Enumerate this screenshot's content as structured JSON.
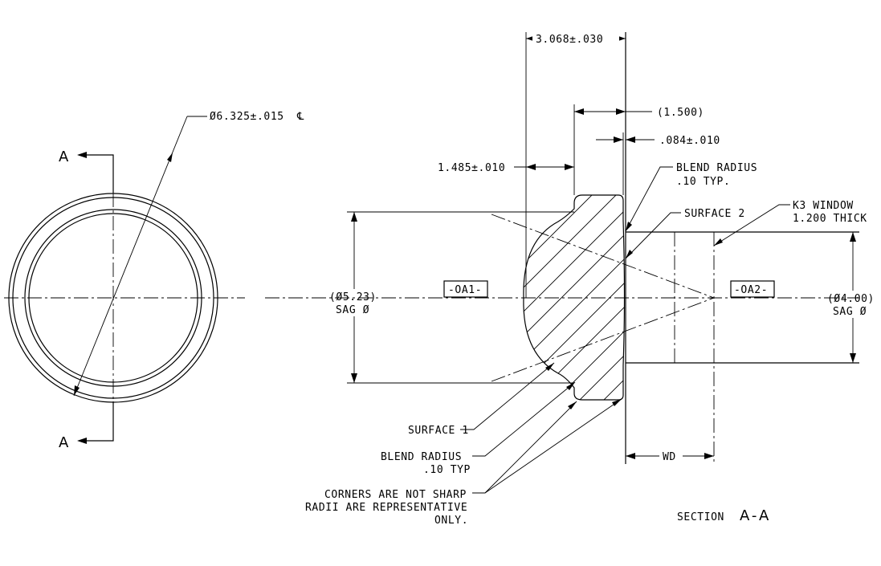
{
  "front_view": {
    "diameter_label": "Ø6.325±.015",
    "section_letter_top": "A",
    "section_letter_bottom": "A"
  },
  "section_view": {
    "overall_length": "3.068±.030",
    "ref_length": "(1.500)",
    "window_offset": ".084±.010",
    "lens_length": "1.485±.010",
    "blend_radius_top_line1": "BLEND RADIUS",
    "blend_radius_top_line2": ".10 TYP.",
    "surface2": "SURFACE 2",
    "window_line1": "K3 WINDOW",
    "window_line2": "1.200 THICK",
    "sag_left_line1": "(Ø5.23)",
    "sag_left_line2": "SAG Ø",
    "sag_right_line1": "(Ø4.00)",
    "sag_right_line2": "SAG Ø",
    "datum1": "-OA1-",
    "datum2": "-OA2-",
    "surface1": "SURFACE 1",
    "blend_radius_bottom_line1": "BLEND  RADIUS",
    "blend_radius_bottom_line2": ".10 TYP",
    "note_line1": "CORNERS ARE NOT SHARP",
    "note_line2": "RADII ARE REPRESENTATIVE",
    "note_line3": "ONLY.",
    "wd": "WD",
    "section_prefix": "SECTION",
    "section_id": "A-A"
  }
}
